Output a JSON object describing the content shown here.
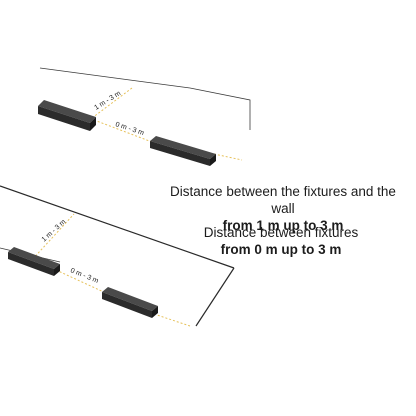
{
  "captions": [
    {
      "line1": "Distance between the fixtures and the wall",
      "line2": "from 1 m up to 3 m"
    },
    {
      "line1": "Distance between fixtures",
      "line2": "from 0 m up to 3 m"
    }
  ],
  "dimensions": {
    "top_wall_distance": "1 m - 3 m",
    "top_fixture_gap": "0 m - 3 m",
    "bottom_wall_distance": "1 m - 3 m",
    "bottom_fixture_gap": "0 m - 3 m"
  },
  "colors": {
    "dimension_line": "#e6c15a",
    "fixture": "#2b2b2b",
    "wall_line": "#2a2a2a"
  }
}
